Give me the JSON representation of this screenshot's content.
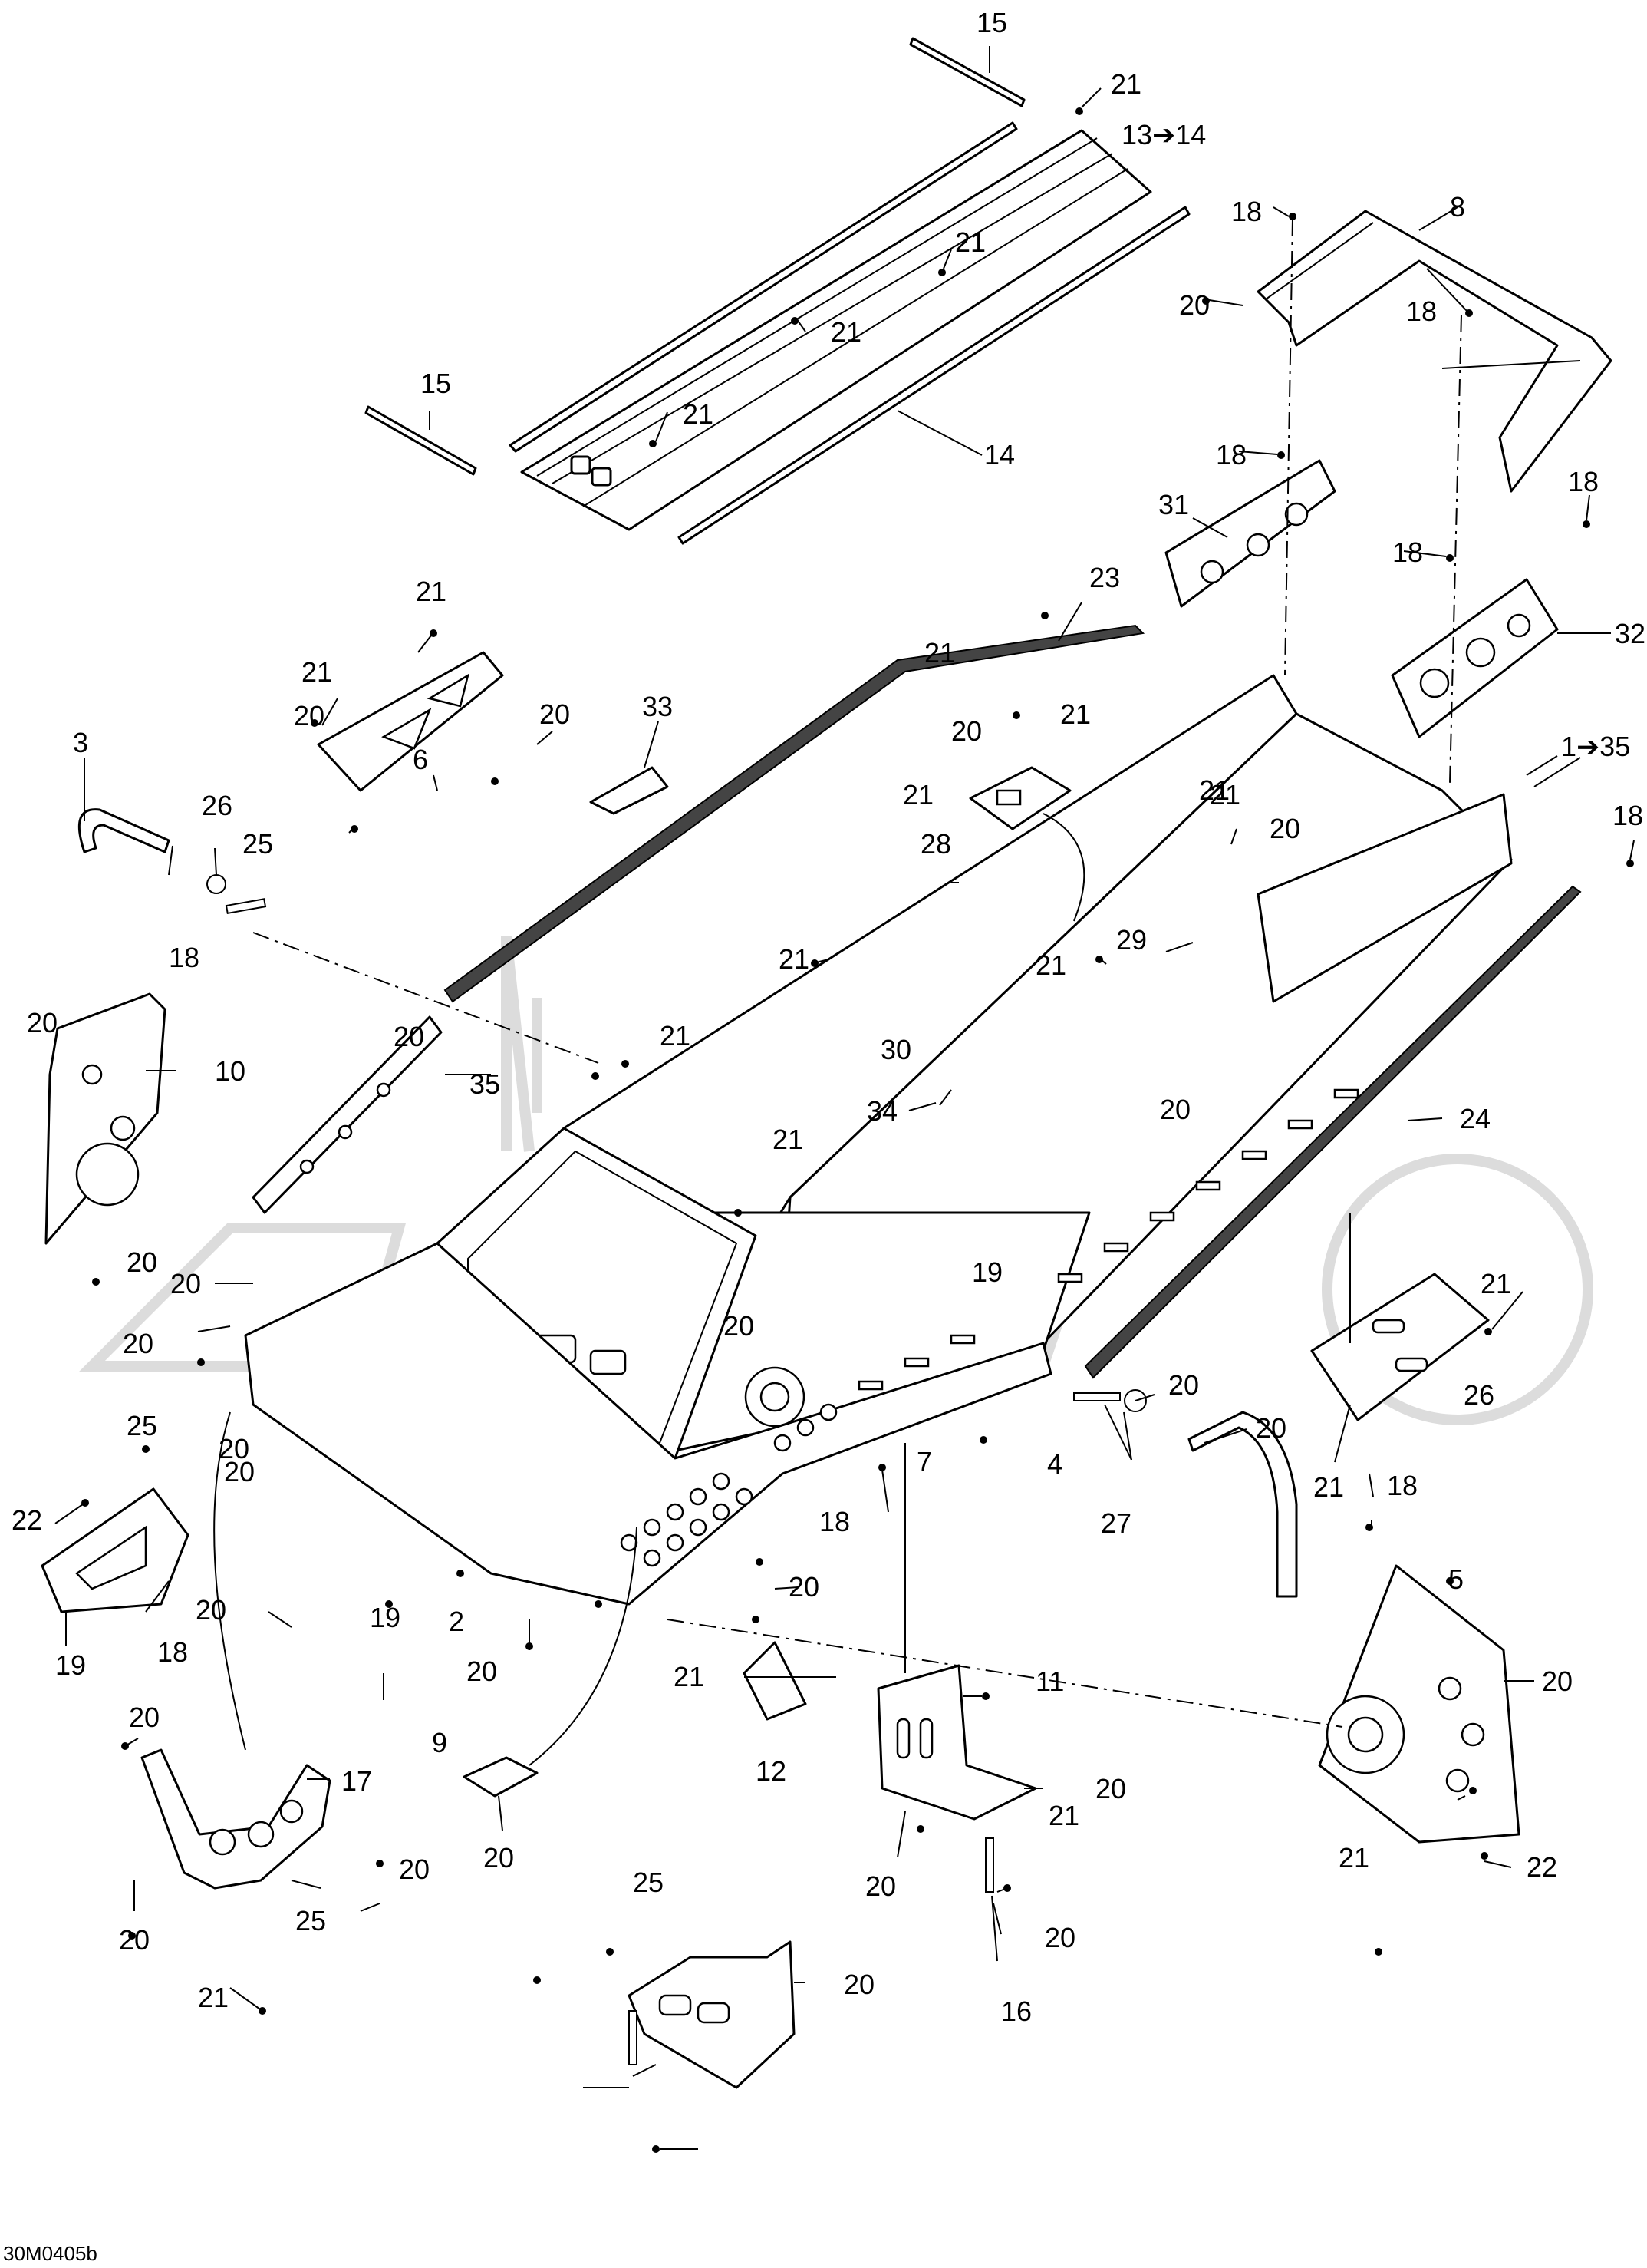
{
  "diagram": {
    "drawing_code": "30M0405b",
    "callouts": [
      {
        "id": "c15a",
        "text": "15"
      },
      {
        "id": "c21a",
        "text": "21"
      },
      {
        "id": "c13",
        "text": "13➔14"
      },
      {
        "id": "c21b",
        "text": "21"
      },
      {
        "id": "c18a",
        "text": "18"
      },
      {
        "id": "c8",
        "text": "8"
      },
      {
        "id": "c18b",
        "text": "18"
      },
      {
        "id": "c20a",
        "text": "20"
      },
      {
        "id": "c21c",
        "text": "21"
      },
      {
        "id": "c15b",
        "text": "15"
      },
      {
        "id": "c21d",
        "text": "21"
      },
      {
        "id": "c14",
        "text": "14"
      },
      {
        "id": "c18c",
        "text": "18"
      },
      {
        "id": "c18d",
        "text": "18"
      },
      {
        "id": "c31",
        "text": "31"
      },
      {
        "id": "c18e",
        "text": "18"
      },
      {
        "id": "c23",
        "text": "23"
      },
      {
        "id": "c21e",
        "text": "21"
      },
      {
        "id": "c32",
        "text": "32"
      },
      {
        "id": "c21f",
        "text": "21"
      },
      {
        "id": "c21g",
        "text": "21"
      },
      {
        "id": "c20b",
        "text": "20"
      },
      {
        "id": "c33",
        "text": "33"
      },
      {
        "id": "c20c",
        "text": "20"
      },
      {
        "id": "c21h",
        "text": "21"
      },
      {
        "id": "c3",
        "text": "3"
      },
      {
        "id": "c1",
        "text": "1➔35"
      },
      {
        "id": "c21i",
        "text": "21"
      },
      {
        "id": "c28",
        "text": "28"
      },
      {
        "id": "c21j",
        "text": "21"
      },
      {
        "id": "c20d",
        "text": "20"
      },
      {
        "id": "c18f",
        "text": "18"
      },
      {
        "id": "c20e",
        "text": "20"
      },
      {
        "id": "c6",
        "text": "6"
      },
      {
        "id": "c26a",
        "text": "26"
      },
      {
        "id": "c25a",
        "text": "25"
      },
      {
        "id": "c21k",
        "text": "21"
      },
      {
        "id": "c18g",
        "text": "18"
      },
      {
        "id": "c29",
        "text": "29"
      },
      {
        "id": "c21l",
        "text": "21"
      },
      {
        "id": "c21m",
        "text": "21"
      },
      {
        "id": "c20f",
        "text": "20"
      },
      {
        "id": "c35",
        "text": "35"
      },
      {
        "id": "c10",
        "text": "10"
      },
      {
        "id": "c21n",
        "text": "21"
      },
      {
        "id": "c30",
        "text": "30"
      },
      {
        "id": "c34",
        "text": "34"
      },
      {
        "id": "c20g",
        "text": "20"
      },
      {
        "id": "c24",
        "text": "24"
      },
      {
        "id": "c21o",
        "text": "21"
      },
      {
        "id": "c20h",
        "text": "20"
      },
      {
        "id": "c20i",
        "text": "20"
      },
      {
        "id": "c20j",
        "text": "20"
      },
      {
        "id": "c20k",
        "text": "20"
      },
      {
        "id": "c19a",
        "text": "19"
      },
      {
        "id": "c21p",
        "text": "21"
      },
      {
        "id": "c20l",
        "text": "20"
      },
      {
        "id": "c26b",
        "text": "26"
      },
      {
        "id": "c20m",
        "text": "20"
      },
      {
        "id": "c25b",
        "text": "25"
      },
      {
        "id": "c4",
        "text": "4"
      },
      {
        "id": "c20n",
        "text": "20"
      },
      {
        "id": "c7",
        "text": "7"
      },
      {
        "id": "c21q",
        "text": "21"
      },
      {
        "id": "c18h",
        "text": "18"
      },
      {
        "id": "c27",
        "text": "27"
      },
      {
        "id": "c20o",
        "text": "20"
      },
      {
        "id": "c20p",
        "text": "20"
      },
      {
        "id": "c18i",
        "text": "18"
      },
      {
        "id": "c22a",
        "text": "22"
      },
      {
        "id": "c20q",
        "text": "20"
      },
      {
        "id": "c2",
        "text": "2"
      },
      {
        "id": "c19b",
        "text": "19"
      },
      {
        "id": "c19c",
        "text": "19"
      },
      {
        "id": "c18j",
        "text": "18"
      },
      {
        "id": "c20r",
        "text": "20"
      },
      {
        "id": "c20s",
        "text": "20"
      },
      {
        "id": "c5",
        "text": "5"
      },
      {
        "id": "c21r",
        "text": "21"
      },
      {
        "id": "c11",
        "text": "11"
      },
      {
        "id": "c20t",
        "text": "20"
      },
      {
        "id": "c20u",
        "text": "20"
      },
      {
        "id": "c12",
        "text": "12"
      },
      {
        "id": "c9",
        "text": "9"
      },
      {
        "id": "c17",
        "text": "17"
      },
      {
        "id": "c20v",
        "text": "20"
      },
      {
        "id": "c21s",
        "text": "21"
      },
      {
        "id": "c20w",
        "text": "20"
      },
      {
        "id": "c21t",
        "text": "21"
      },
      {
        "id": "c20x",
        "text": "20"
      },
      {
        "id": "c22b",
        "text": "22"
      },
      {
        "id": "c20y",
        "text": "20"
      },
      {
        "id": "c25c",
        "text": "25"
      },
      {
        "id": "c20z",
        "text": "20"
      },
      {
        "id": "c20aa",
        "text": "20"
      },
      {
        "id": "c21u",
        "text": "21"
      },
      {
        "id": "c16",
        "text": "16"
      },
      {
        "id": "c25d",
        "text": "25"
      },
      {
        "id": "c20ab",
        "text": "20"
      }
    ]
  }
}
